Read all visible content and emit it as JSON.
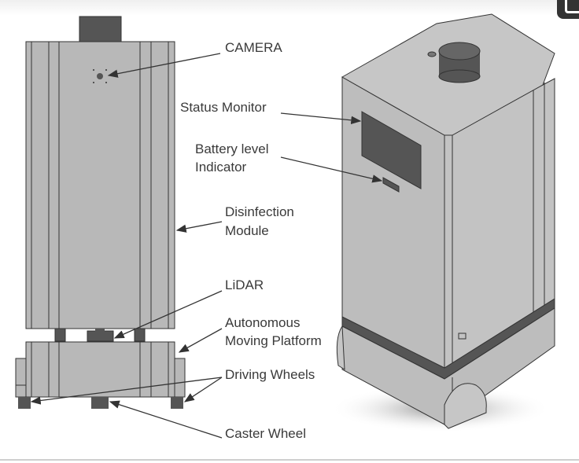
{
  "diagram": {
    "subject": "Disinfection robot",
    "views": [
      "front-elevation",
      "isometric"
    ],
    "labels": {
      "camera": "CAMERA",
      "status_monitor": "Status Monitor",
      "battery_line1": "Battery level",
      "battery_line2": "Indicator",
      "disinfection_line1": "Disinfection",
      "disinfection_line2": "Module",
      "lidar": "LiDAR",
      "platform_line1": "Autonomous",
      "platform_line2": "Moving Platform",
      "driving_wheels": "Driving Wheels",
      "caster_wheel": "Caster Wheel"
    },
    "colors": {
      "body": "#b8b8b8",
      "dark_parts": "#555555",
      "outline": "#333333",
      "text": "#3a3a3a"
    }
  }
}
